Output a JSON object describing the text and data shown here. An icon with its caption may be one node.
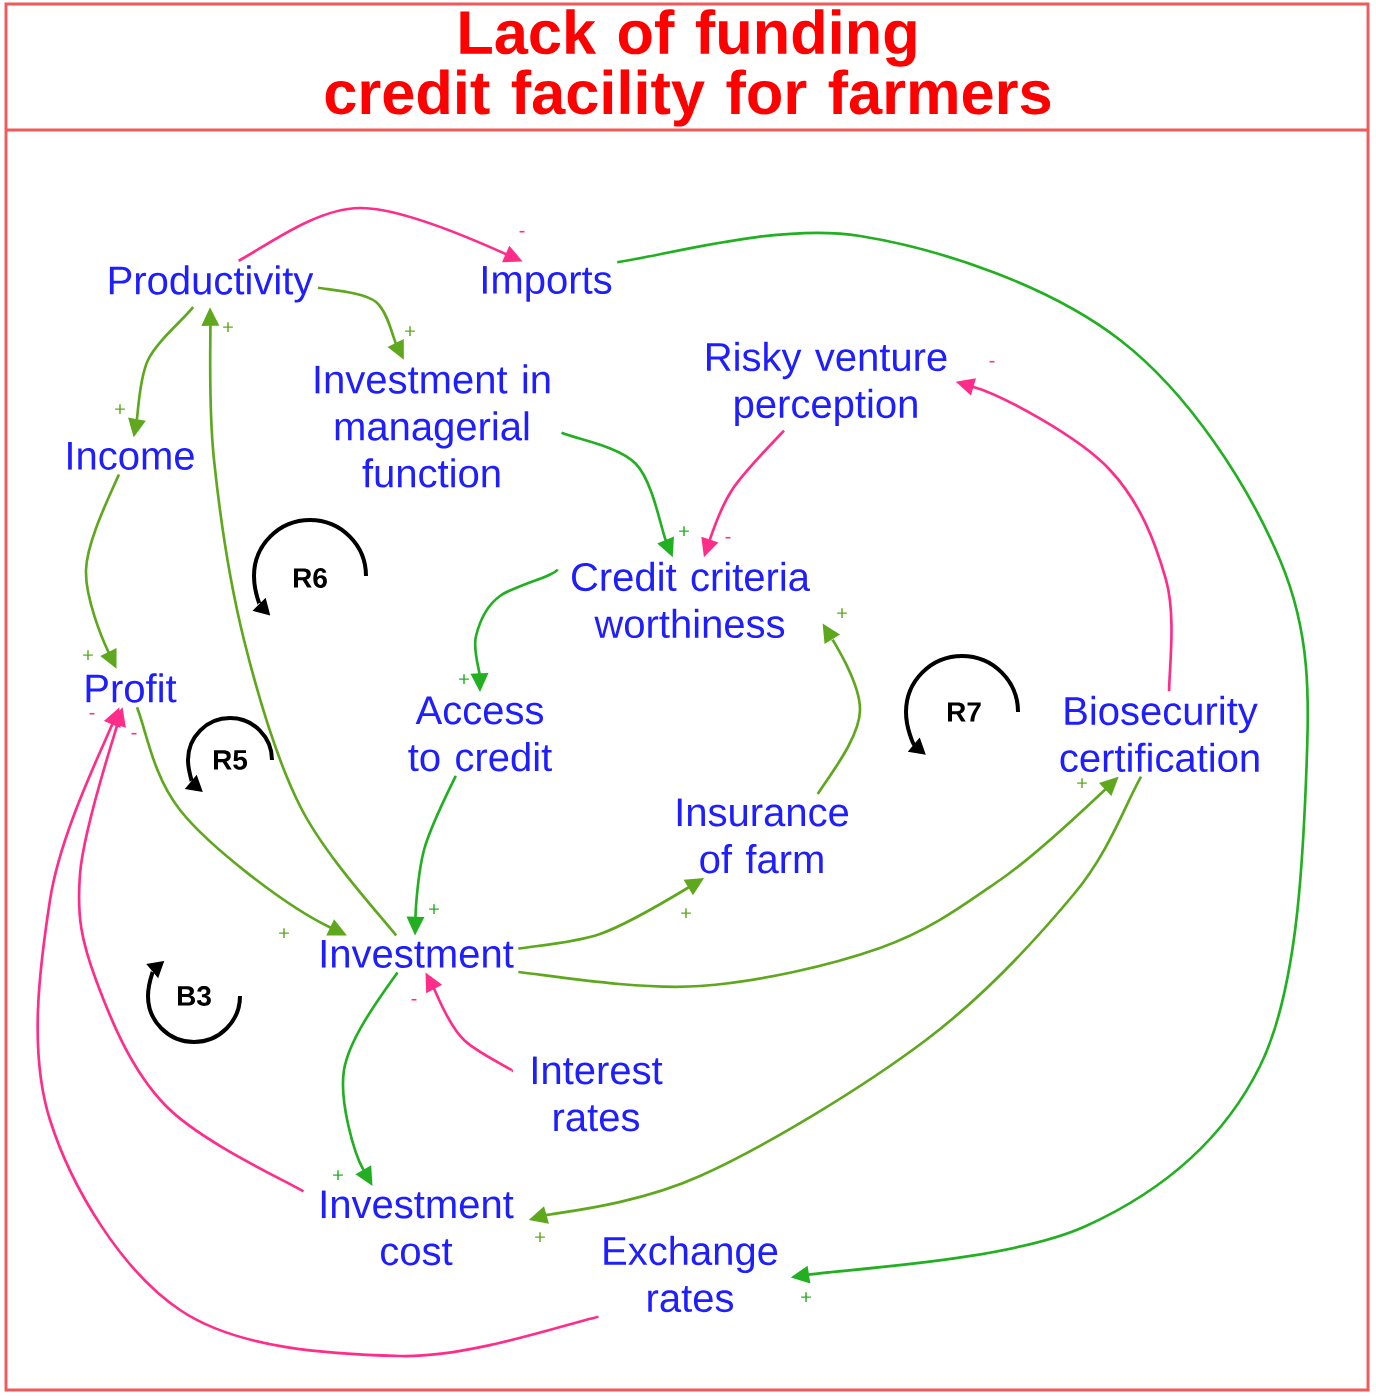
{
  "diagram": {
    "title": "Lack of funding credit facility for farmers",
    "nodes": [
      {
        "text": [
          "Productivity"
        ]
      },
      {
        "text": [
          "Imports"
        ]
      },
      {
        "text": [
          "Investment in managerial function"
        ]
      },
      {
        "text": [
          "Risky venture perception"
        ]
      },
      {
        "text": [
          "Income"
        ]
      },
      {
        "text": [
          "Credit criteria worthiness"
        ]
      },
      {
        "text": [
          "Profit"
        ]
      },
      {
        "text": [
          "Access to credit"
        ]
      },
      {
        "text": [
          "Biosecurity certification"
        ]
      },
      {
        "text": [
          "Insurance of farm"
        ]
      },
      {
        "text": [
          "Investment"
        ]
      },
      {
        "text": [
          "Interest rates"
        ]
      },
      {
        "text": [
          "Investment cost"
        ]
      },
      {
        "text": [
          "Exchange rates"
        ]
      }
    ],
    "edges": [
      {
        "from": 0,
        "to": 1,
        "arrow": "to",
        "label": "-",
        "color": "#ff2d8a"
      },
      {
        "from": 0,
        "to": 2,
        "arrow": "to",
        "label": "+"
      },
      {
        "from": 0,
        "to": 4,
        "arrow": "to",
        "label": "+"
      },
      {
        "from": 1,
        "to": 13,
        "arrow": "to",
        "label": "+",
        "color": "#22b022"
      },
      {
        "from": 2,
        "to": 5,
        "arrow": "to",
        "label": "+",
        "color": "#22b022"
      },
      {
        "from": 3,
        "to": 5,
        "arrow": "to",
        "label": "-",
        "color": "#ff2d8a"
      },
      {
        "from": 5,
        "to": 7,
        "arrow": "to",
        "label": "+",
        "color": "#22b022"
      },
      {
        "from": 4,
        "to": 6,
        "arrow": "to",
        "label": "+"
      },
      {
        "from": 6,
        "to": 10,
        "arrow": "to",
        "label": "+"
      },
      {
        "from": 10,
        "to": 0,
        "arrow": "to",
        "label": "+"
      },
      {
        "from": 7,
        "to": 10,
        "arrow": "to",
        "label": "+",
        "color": "#22b022"
      },
      {
        "from": 10,
        "to": 9,
        "arrow": "to",
        "label": "+"
      },
      {
        "from": 9,
        "to": 5,
        "arrow": "to",
        "label": "+"
      },
      {
        "from": 10,
        "to": 8,
        "arrow": "to",
        "label": "+"
      },
      {
        "from": 8,
        "to": 3,
        "arrow": "to",
        "label": "-",
        "color": "#ff2d8a"
      },
      {
        "from": 8,
        "to": 12,
        "arrow": "to",
        "label": "+"
      },
      {
        "from": 10,
        "to": 12,
        "arrow": "to",
        "label": "+",
        "color": "#22b022"
      },
      {
        "from": 11,
        "to": 10,
        "arrow": "to",
        "label": "-",
        "color": "#ff2d8a"
      },
      {
        "from": 12,
        "to": 6,
        "arrow": "to",
        "label": "-",
        "color": "#ff2d8a"
      },
      {
        "from": 13,
        "to": 6,
        "arrow": "to",
        "label": "-",
        "color": "#ff2d8a"
      }
    ],
    "labels": [
      "R6",
      "R7",
      "R5",
      "B3"
    ]
  }
}
